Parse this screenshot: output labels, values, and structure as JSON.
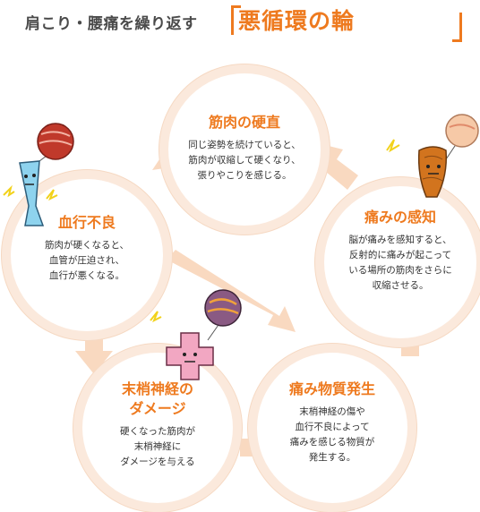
{
  "header": {
    "lead": "肩こり・腰痛を繰り返す",
    "keyword": "悪循環の輪"
  },
  "steps": [
    {
      "title": "筋肉の硬直",
      "lines": [
        "同じ姿勢を続けていると、",
        "筋肉が収縮して硬くなり、",
        "張りやこりを感じる。"
      ]
    },
    {
      "title": "痛みの感知",
      "lines": [
        "脳が痛みを感知すると、",
        "反射的に痛みが起こって",
        "いる場所の筋肉をさらに",
        "収縮させる。"
      ]
    },
    {
      "title": "痛み物質発生",
      "lines": [
        "末梢神経の傷や",
        "血行不良によって",
        "痛みを感じる物質が",
        "発生する。"
      ]
    },
    {
      "title_lines": [
        "末梢神経の",
        "ダメージ"
      ],
      "lines": [
        "硬くなった筋肉が",
        "末梢神経に",
        "ダメージを与える"
      ]
    },
    {
      "title": "血行不良",
      "lines": [
        "筋肉が硬くなると、",
        "血管が圧迫され、",
        "血行が悪くなる。"
      ]
    }
  ],
  "colors": {
    "accent": "#ee7a1f",
    "arrow": "#f9d9c0",
    "ring": "#fbe9dc",
    "text": "#333333",
    "lightning": "#f2d21b",
    "character_blue": "#8ed3ee",
    "character_pink": "#f2a7c2",
    "character_brown": "#d2741e",
    "balloon_red": "#c0392b",
    "balloon_purple": "#8a5a83",
    "balloon_cream": "#f6c9a7"
  },
  "illustrations": {
    "left": "blood-vessel-character-icon",
    "center": "nerve-cross-character-icon",
    "right": "muscle-character-icon"
  }
}
